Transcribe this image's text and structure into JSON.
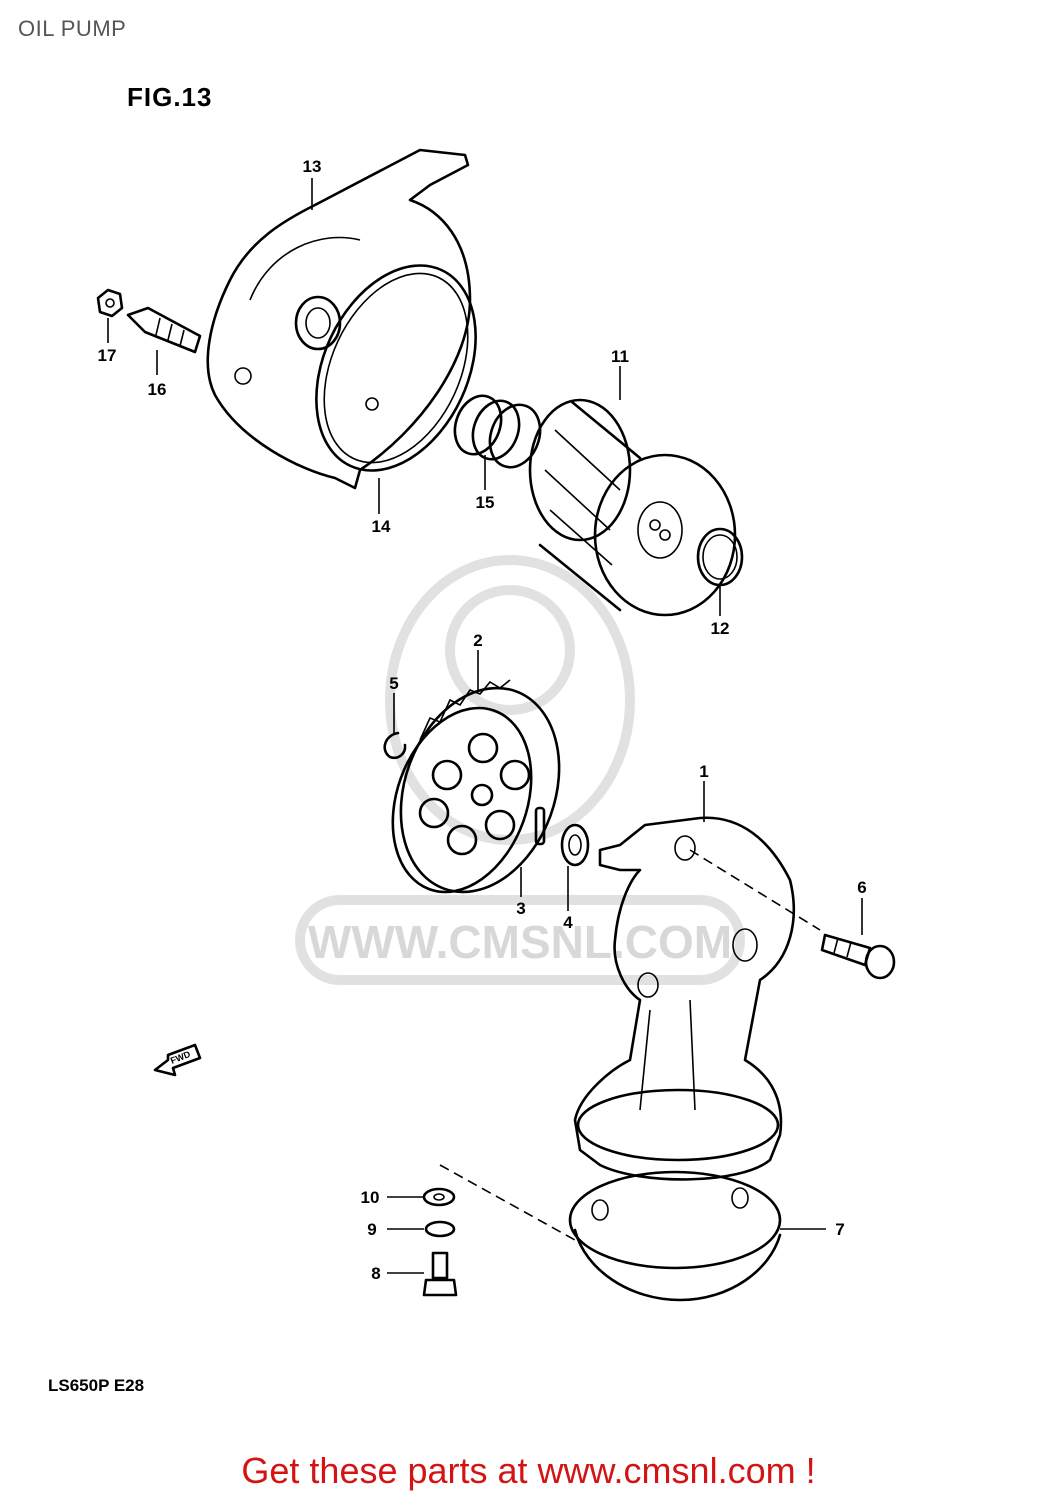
{
  "header": {
    "title": "OIL PUMP"
  },
  "figure": {
    "label": "FIG.13",
    "model_code": "LS650P  E28"
  },
  "watermark": {
    "text": "WWW.CMSNL.COM"
  },
  "callouts": {
    "p1": "1",
    "p2": "2",
    "p3": "3",
    "p4": "4",
    "p5": "5",
    "p6": "6",
    "p7": "7",
    "p8": "8",
    "p9": "9",
    "p10": "10",
    "p11": "11",
    "p12": "12",
    "p13": "13",
    "p14": "14",
    "p15": "15",
    "p16": "16",
    "p17": "17"
  },
  "fwd_marker": "FWD",
  "cta": {
    "text": "Get these parts at www.cmsnl.com !",
    "color": "#d41414"
  }
}
